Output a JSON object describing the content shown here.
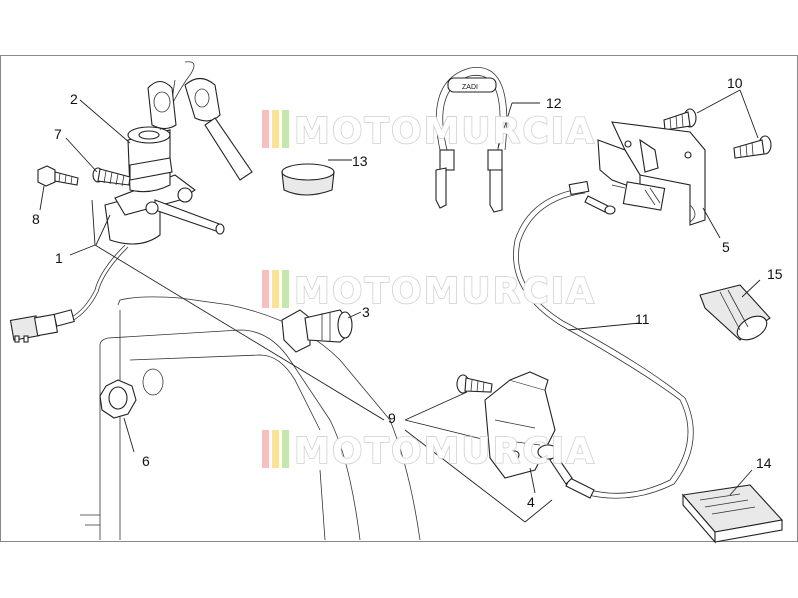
{
  "callouts": [
    {
      "id": "1",
      "label": "1"
    },
    {
      "id": "2",
      "label": "2"
    },
    {
      "id": "3",
      "label": "3"
    },
    {
      "id": "4",
      "label": "4"
    },
    {
      "id": "5",
      "label": "5"
    },
    {
      "id": "6",
      "label": "6"
    },
    {
      "id": "7",
      "label": "7"
    },
    {
      "id": "8",
      "label": "8"
    },
    {
      "id": "9",
      "label": "9"
    },
    {
      "id": "10",
      "label": "10"
    },
    {
      "id": "11",
      "label": "11"
    },
    {
      "id": "12",
      "label": "12"
    },
    {
      "id": "13",
      "label": "13"
    },
    {
      "id": "14",
      "label": "14"
    },
    {
      "id": "15",
      "label": "15"
    }
  ],
  "watermark": {
    "text": "MOTOMURCIA",
    "stripe_colors": [
      "#f4c0c0",
      "#f7e39a",
      "#c6e6b4"
    ]
  },
  "key_brand": "ZADI",
  "colors": {
    "line": "#222222",
    "frame": "#888888",
    "background": "#ffffff"
  }
}
